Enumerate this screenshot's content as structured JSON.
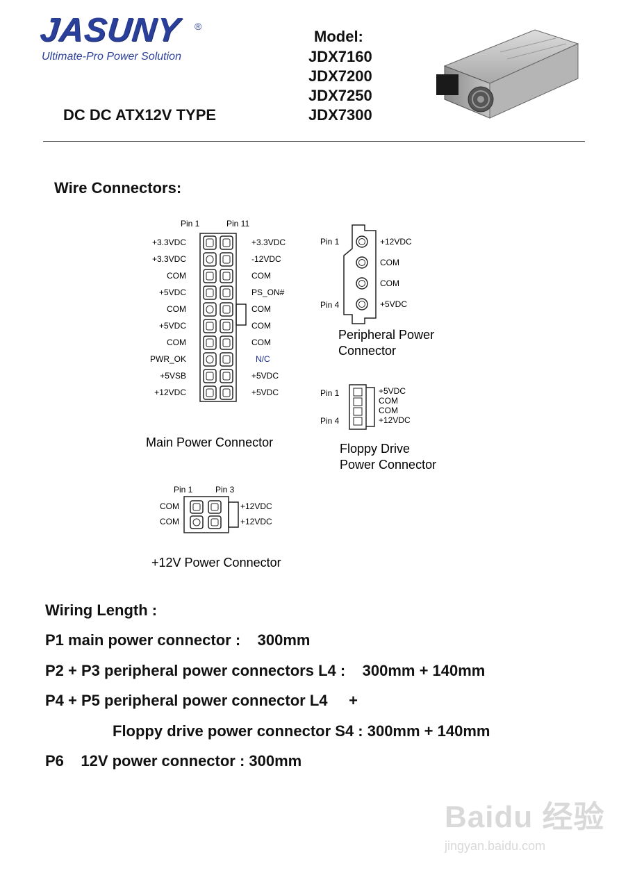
{
  "header": {
    "brand": "JASUNY",
    "registered": "®",
    "tagline": "Ultimate-Pro Power Solution",
    "type": "DC DC ATX12V TYPE",
    "model_label": "Model:",
    "models": [
      "JDX7160",
      "JDX7200",
      "JDX7250",
      "JDX7300"
    ]
  },
  "section_title": "Wire Connectors:",
  "main_connector": {
    "pin1_label": "Pin 1",
    "pin11_label": "Pin 11",
    "left": [
      "+3.3VDC",
      "+3.3VDC",
      "COM",
      "+5VDC",
      "COM",
      "+5VDC",
      "COM",
      "PWR_OK",
      "+5VSB",
      "+12VDC"
    ],
    "right": [
      "+3.3VDC",
      "-12VDC",
      "COM",
      "PS_ON#",
      "COM",
      "COM",
      "COM",
      "N/C",
      "+5VDC",
      "+5VDC"
    ],
    "caption": "Main Power Connector"
  },
  "peripheral_connector": {
    "pin1_label": "Pin 1",
    "pin4_label": "Pin 4",
    "pins": [
      "+12VDC",
      "COM",
      "COM",
      "+5VDC"
    ],
    "caption_line1": "Peripheral Power",
    "caption_line2": "Connector"
  },
  "floppy_connector": {
    "pin1_label": "Pin 1",
    "pin4_label": "Pin 4",
    "pins": [
      "+5VDC",
      "COM",
      "COM",
      "+12VDC"
    ],
    "caption_line1": "Floppy Drive",
    "caption_line2": "Power Connector"
  },
  "p12v_connector": {
    "pin1_label": "Pin 1",
    "pin3_label": "Pin 3",
    "left": [
      "COM",
      "COM"
    ],
    "right": [
      "+12VDC",
      "+12VDC"
    ],
    "caption": "+12V Power Connector"
  },
  "wiring": {
    "heading": "Wiring Length :",
    "lines": [
      "P1 main power connector :    300mm",
      "P2 + P3 peripheral power connectors L4 :    300mm + 140mm",
      "P4 + P5 peripheral power connector L4     +",
      "Floppy drive power connector S4 : 300mm + 140mm",
      "P6    12V power connector : 300mm"
    ]
  },
  "watermark": {
    "main": "Baidu 经验",
    "sub": "jingyan.baidu.com"
  }
}
